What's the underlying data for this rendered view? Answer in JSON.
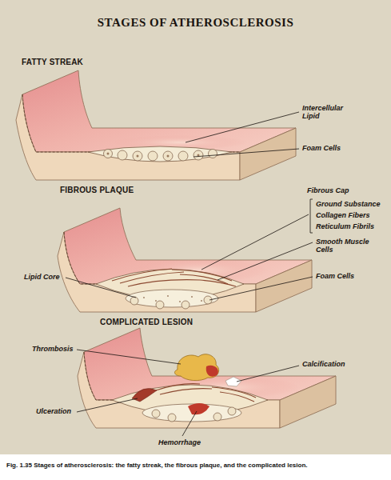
{
  "diagram": {
    "title": "STAGES OF ATHEROSCLEROSIS",
    "caption": "Fig. 1.35 Stages of atherosclerosis: the fatty streak, the fibrous plaque, and the complicated lesion.",
    "labels": [
      "FATTY STREAK",
      "Intercellular Lipid",
      "Foam Cells",
      "FIBROUS PLAQUE",
      "Fibrous Cap",
      "Ground Substance",
      "Collagen Fibers",
      "Reticulum Fibrils",
      "Smooth Muscle Cells",
      "Lipid Core",
      "Foam Cells",
      "COMPLICATED LESION",
      "Thrombosis",
      "Calcification",
      "Ulceration",
      "Hemorrhage"
    ]
  }
}
